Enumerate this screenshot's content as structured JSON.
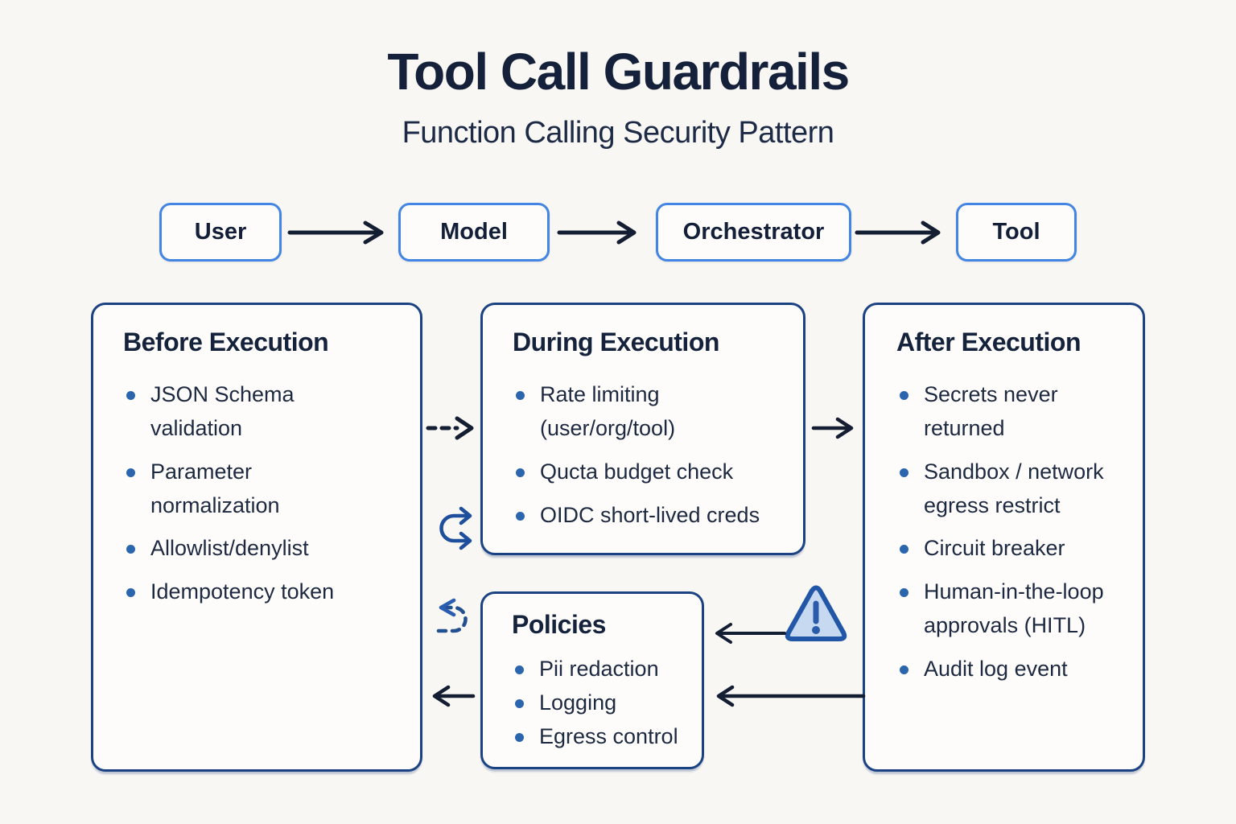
{
  "header": {
    "title": "Tool Call Guardrails",
    "subtitle": "Function Calling Security Pattern"
  },
  "pipeline": {
    "nodes": [
      {
        "label": "User"
      },
      {
        "label": "Model"
      },
      {
        "label": "Orchestrator"
      },
      {
        "label": "Tool"
      }
    ]
  },
  "panels": {
    "before": {
      "title": "Before Execution",
      "items": [
        "JSON Schema validation",
        "Parameter normalization",
        "Allowlist/denylist",
        "Idempotency token"
      ]
    },
    "during": {
      "title": "During Execution",
      "items": [
        "Rate limiting (user/org/tool)",
        "Qucta budget check",
        "OIDC short-lived creds"
      ]
    },
    "after": {
      "title": "After Execution",
      "items": [
        "Secrets never returned",
        "Sandbox / network egress restrict",
        "Circuit breaker",
        "Human-in-the-loop approvals (HITL)",
        "Audit log event"
      ]
    },
    "policies": {
      "title": "Policies",
      "items": [
        "Pii redaction",
        "Logging",
        "Egress control"
      ]
    }
  },
  "icons": [
    "retry-loop-icon",
    "dashed-return-icon",
    "warning-triangle-icon"
  ],
  "colors": {
    "background": "#f9f7f3",
    "panel_border": "#1b4283",
    "pipeline_border": "#4285e2",
    "bullet_dot": "#2a65ae",
    "arrow": "#141e33",
    "loop_blue": "#1d4f9c",
    "warning_fill": "#c7d9f0",
    "warning_stroke": "#2257a8",
    "text_dark": "#15213a"
  }
}
